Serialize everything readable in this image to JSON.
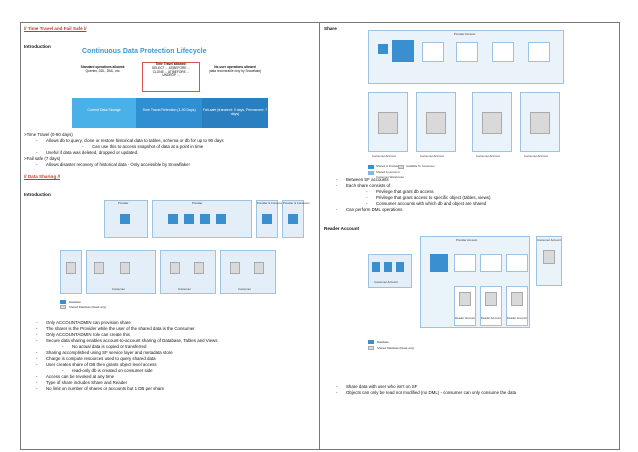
{
  "left": {
    "section1_title": "// Time Travel and Fail Safe //",
    "intro1": "Introduction",
    "cdp": {
      "title": "Continuous Data Protection Lifecycle",
      "std_ops": "Standard operations allowed:",
      "std_ops_sub": "Queries, DDL, DML, etc.",
      "tt_allowed": "Time Travel allowed:",
      "tt_sql1": "SELECT ... AT|BEFORE ...",
      "tt_sql2": "CLONE ... AT|BEFORE ...",
      "tt_sql3": "UNDROP ...",
      "no_user_ops": "No user operations allowed",
      "no_user_ops_sub": "(data recoverable only by Snowflake)",
      "seg1": "Current Data Storage",
      "seg2": "Time Travel Retention (1-90 Days)",
      "seg3": "Fail-safe (transient: 0 days, Permanent: 7 days)"
    },
    "tt_lines": [
      ">Time Travel (0-90 days)",
      "Allows db to query, clone or restore historical data to tables, schema or db for up to 90 days",
      "Can use this to access snapshot of data at a point in time",
      "Useful if data was deleted, dropped or updated.",
      ">Fail safe  (7 days)",
      "Allows disaster recovery of historical data - Only accessible by Snowflake!"
    ],
    "section2_title": "// Data Sharing //",
    "intro2": "Introduction",
    "diagram1": {
      "provider": "Provider",
      "provider_consumer": "Provider & Consumer",
      "consumer": "Consumer",
      "legend1": "Database",
      "legend2": "Shared Database (Read-only)"
    },
    "sharing_lines": [
      "Only ACCOUNTADMIN can provision share",
      "The sharer is the Provider while the user of the shared data is the Consumer",
      "Only ACCOUNTADMIN role can create this",
      "Secure data sharing enables account-to-account sharing of Database, Tables and Views",
      "No actual data is copied or transferred",
      "Sharing accomplished using SF service layer and metadata store",
      "Charge is compute resources used to query shared data",
      "User creates share of DB then grants object level access",
      "read-only db is created on consumer side",
      "Access can be revoked at any time",
      "Type of share includes Share and Reader",
      "No limit on number of shares or accounts but 1 DB per share"
    ]
  },
  "right": {
    "share_title": "Share",
    "diagram2": {
      "provider_account": "Provider Account",
      "consumer_account": "Consumer Account",
      "legend1": "Shared to Provider",
      "legend2": "Available To Consumer",
      "legend3": "Shared by Account",
      "legend4": "Consumer Warehouse"
    },
    "share_lines": [
      "Between SF accounts",
      "Each share consists of",
      "Privilege that grant db access",
      "Privilege that grant access to specific object (tables, views)",
      "Consumer accounts with which db and object are shared",
      "Can perform DML operations"
    ],
    "reader_title": "Reader Account",
    "diagram3": {
      "provider_account": "Provider Account",
      "consumer_account": "Consumer Account",
      "reader_account": "Reader Account",
      "legend1": "Database",
      "legend2": "Shared Database (Read-only)"
    },
    "reader_lines": [
      "Share data with user who isn't on SF",
      "Objects can only be read not modified (no DML)  - consumer can only consume the data"
    ]
  }
}
